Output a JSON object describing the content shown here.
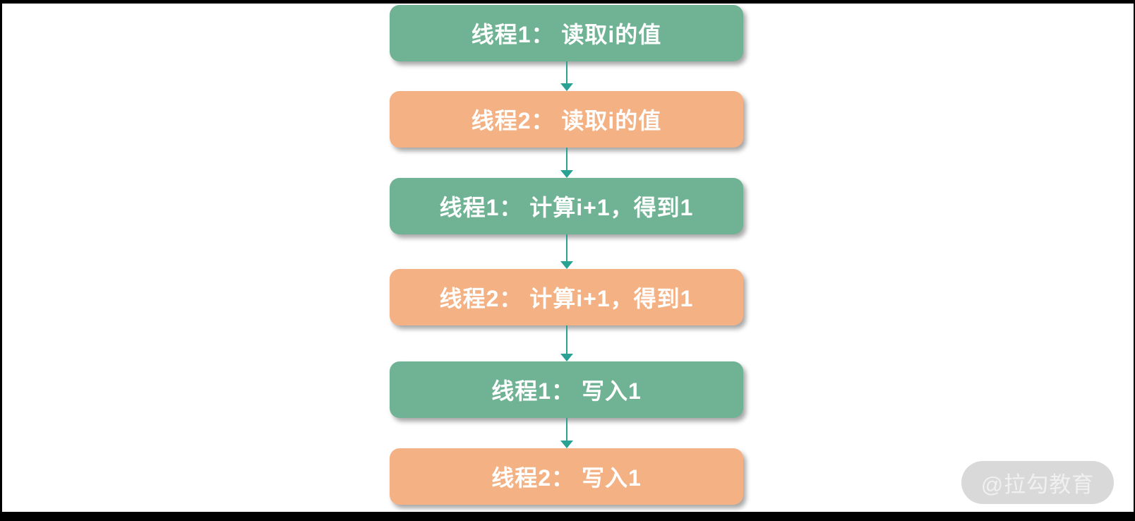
{
  "colors": {
    "green": "#6FB394",
    "orange": "#F4B183",
    "arrow": "#29A294",
    "canvas_bg": "#FFFFFF",
    "frame_bg": "#000000",
    "box_text_color": "#FFFFFF",
    "watermark_bg": "#D9D9D9",
    "watermark_text_color": "#F0F0F0"
  },
  "flow": {
    "steps": [
      {
        "label": "线程1： 读取i的值",
        "variant": "green"
      },
      {
        "label": "线程2： 读取i的值",
        "variant": "orange"
      },
      {
        "label": "线程1： 计算i+1，得到1",
        "variant": "green"
      },
      {
        "label": "线程2： 计算i+1，得到1",
        "variant": "orange"
      },
      {
        "label": "线程1： 写入1",
        "variant": "green"
      },
      {
        "label": "线程2： 写入1",
        "variant": "orange"
      }
    ]
  },
  "watermark": {
    "text": "@拉勾教育"
  }
}
